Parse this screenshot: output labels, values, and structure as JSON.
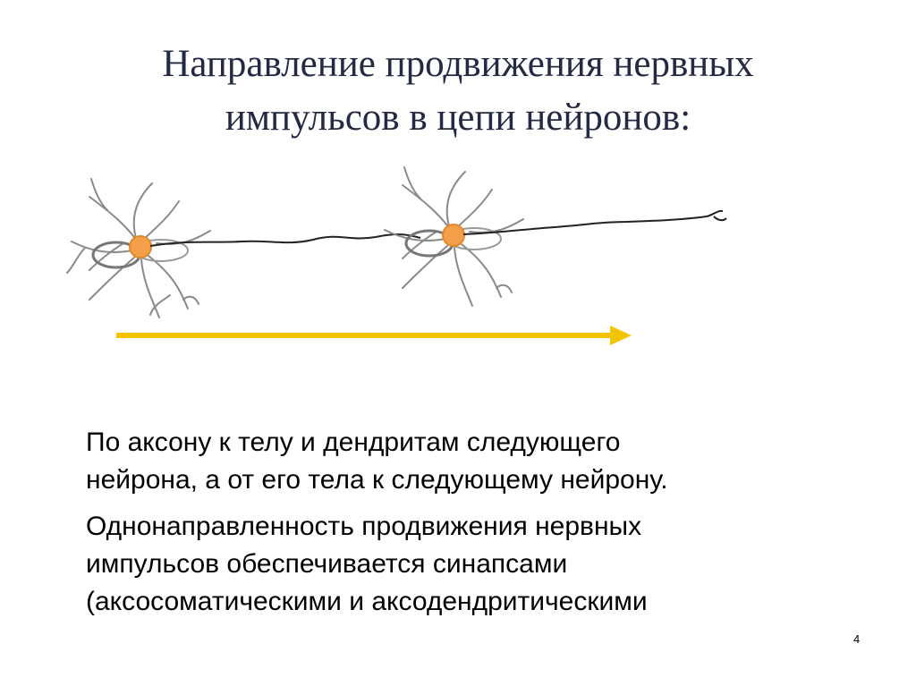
{
  "slide": {
    "title_line1": "Направление продвижения нервных",
    "title_line2": "импульсов в цепи нейронов:",
    "paragraphs": [
      {
        "line1": "По аксону к телу и дендритам следующего",
        "line2": "нейрона, а от его тела к следующему нейрону."
      },
      {
        "line1": "Однонаправленность продвижения нервных",
        "line2": "импульсов обеспечивается синапсами",
        "line3": "(аксосоматическими и аксодендритическими"
      }
    ],
    "page_number": "4"
  },
  "colors": {
    "title": "#242a44",
    "arrow": "#f2c400",
    "neuron_body": "#f4a04a",
    "axon": "#222222",
    "dendrite": "#8a8a8a"
  },
  "illustration": {
    "neuron_count": 2,
    "arrow_direction": "right"
  }
}
